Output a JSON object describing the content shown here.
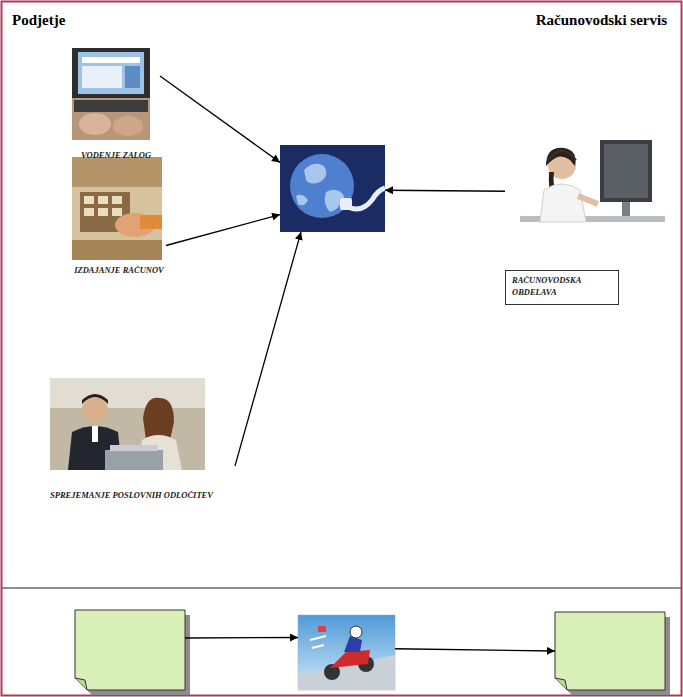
{
  "diagram": {
    "nodes": [
      {
        "text": [
          "VODENJE ZALOG"
        ]
      },
      {
        "text": [
          "IZDAJANJE RAČUNOV"
        ]
      },
      {
        "text": [
          "SPREJEMANJE POSLOVNIH ODLOČITEV"
        ]
      },
      {
        "text": []
      },
      {
        "text": [
          "RAČUNOVODSKA OBDELAVA"
        ]
      },
      {
        "text": []
      },
      {
        "text": []
      },
      {
        "text": []
      }
    ],
    "edges": [
      {
        "from": 0,
        "to": 3,
        "arrow": "to"
      },
      {
        "from": 1,
        "to": 3,
        "arrow": "to"
      },
      {
        "from": 2,
        "to": 3,
        "arrow": "to"
      },
      {
        "from": 4,
        "to": 3,
        "arrow": "to"
      },
      {
        "from": 5,
        "to": 6,
        "arrow": "to"
      },
      {
        "from": 6,
        "to": 7,
        "arrow": "to"
      }
    ],
    "labels": [
      "Podjetje",
      "Računovodski servis"
    ]
  }
}
